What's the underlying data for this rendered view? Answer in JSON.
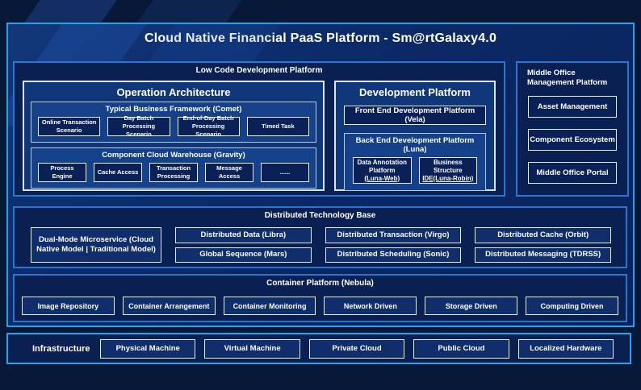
{
  "title": "Cloud Native Financial PaaS Platform - Sm@rtGalaxy4.0",
  "colors": {
    "page_background": "#081838",
    "frame_border": "#2aa2e8",
    "panel_border": "#2d76cf",
    "panel_fill": "#0a1f52",
    "light_panel_fill": "#10377a",
    "leaf_fill": "#0a2158",
    "text": "#ffffff"
  },
  "low_code": {
    "header": "Low Code Development Platform",
    "operation_architecture": {
      "title": "Operation Architecture",
      "comet": {
        "title": "Typical Business Framework (Comet)",
        "items": [
          "Online Transaction Scenario",
          "Day Batch Processing Scenario",
          "End-of-Day Batch Processing Scenario",
          "Timed Task"
        ]
      },
      "gravity": {
        "title": "Component Cloud Warehouse (Gravity)",
        "items": [
          "Process Engine",
          "Cache Access",
          "Transaction Processing",
          "Message Access",
          "......"
        ]
      }
    },
    "development_platform": {
      "title": "Development Platform",
      "front_end": "Front End Development Platform (Vela)",
      "back_end": {
        "title": "Back End Development Platform (Luna)",
        "items": [
          {
            "text": "Data Annotation Platform",
            "sub": "(Luna-Web)"
          },
          {
            "text": "Business Structure",
            "sub": "IDE(Luna-Robin)"
          }
        ]
      }
    }
  },
  "middle_office": {
    "header": "Middle Office Management Platform",
    "items": [
      "Asset Management",
      "Component Ecosystem",
      "Middle Office Portal"
    ]
  },
  "distributed": {
    "header": "Distributed Technology Base",
    "dual_mode": "Dual-Mode Microservice (Cloud Native Model | Traditional Model)",
    "row1": [
      "Distributed Data (Libra)",
      "Distributed Transaction (Virgo)",
      "Distributed Cache (Orbit)"
    ],
    "row2": [
      "Global Sequence (Mars)",
      "Distributed Scheduling (Sonic)",
      "Distributed Messaging (TDRSS)"
    ]
  },
  "container_platform": {
    "header": "Container Platform (Nebula)",
    "items": [
      "Image Repository",
      "Container Arrangement",
      "Container Monitoring",
      "Network Driven",
      "Storage Driven",
      "Computing Driven"
    ]
  },
  "infrastructure": {
    "label": "Infrastructure",
    "items": [
      "Physical Machine",
      "Virtual Machine",
      "Private Cloud",
      "Public Cloud",
      "Localized Hardware"
    ]
  }
}
